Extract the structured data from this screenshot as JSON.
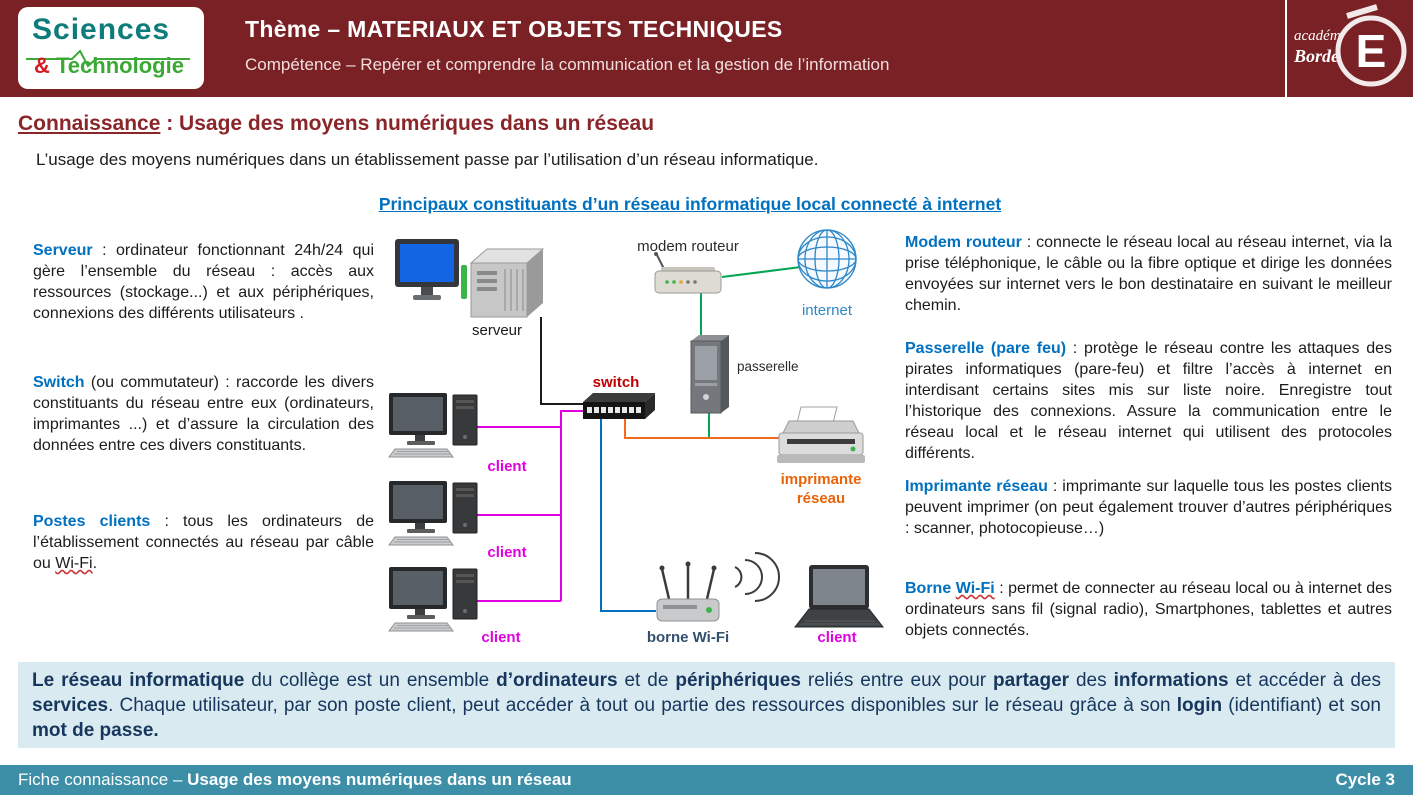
{
  "colors": {
    "header_bg": "#7A2125",
    "footer_bg": "#3D8FA8",
    "summary_bg": "#D9EAF1",
    "title_red": "#8A2529",
    "term_blue": "#0070C0",
    "client_magenta": "#E000E0",
    "switch_red": "#C00000",
    "imprimante_orange": "#E8630A",
    "internet_blue": "#2E87C8",
    "link_green": "#00A651"
  },
  "header": {
    "logo_line1": [
      {
        "t": "Sciences",
        "c": "#0E7C7B",
        "b": true
      }
    ],
    "logo_line2": [
      {
        "t": "&",
        "c": "#D71920",
        "b": true
      },
      {
        "t": " Technologie",
        "c": "#3AAA35",
        "b": true
      }
    ],
    "theme": "Thème – MATERIAUX ET OBJETS TECHNIQUES",
    "competence": "Compétence – Repérer et comprendre la communication et la gestion de l’information",
    "academy_line1": "académie",
    "academy_line2": "Bordeaux",
    "academy_emblem_letter": "E"
  },
  "main": {
    "knowledge_heading": [
      {
        "t": "Connaissance",
        "b": true,
        "u": true
      },
      {
        "t": "  : Usage des moyens numériques dans un réseau",
        "b": true
      }
    ],
    "intro": "L’usage des moyens numériques  dans un établissement passe par l’utilisation d’un réseau informatique.",
    "diagram_heading": "Principaux constituants d’un réseau informatique local connecté à internet"
  },
  "left_column": {
    "serveur": [
      {
        "t": "Serveur",
        "b": true,
        "c": "#0070C0"
      },
      {
        "t": " : ordinateur fonctionnant 24h/24 qui gère l’ensemble du réseau : accès aux ressources (stockage...) et aux périphériques, connexions des différents utilisateurs ."
      }
    ],
    "switch": [
      {
        "t": "Switch",
        "b": true,
        "c": "#0070C0"
      },
      {
        "t": " (ou commutateur) : raccorde les divers constituants du réseau entre eux (ordinateurs, imprimantes ...) et d’assure la circulation des données entre ces divers constituants."
      }
    ],
    "postes_clients": [
      {
        "t": "Postes clients",
        "b": true,
        "c": "#0070C0"
      },
      {
        "t": " : tous les ordinateurs de l’établissement connectés au réseau par câble ou "
      },
      {
        "t": "Wi-Fi",
        "w": true
      },
      {
        "t": "."
      }
    ]
  },
  "right_column": {
    "modem": [
      {
        "t": "Modem routeur",
        "b": true,
        "c": "#0070C0"
      },
      {
        "t": " : connecte le réseau local au réseau internet, via la prise téléphonique, le câble ou la fibre optique et dirige les données envoyées sur internet vers le bon destinataire en suivant le meilleur chemin."
      }
    ],
    "passerelle": [
      {
        "t": "Passerelle (pare feu)",
        "b": true,
        "c": "#0070C0"
      },
      {
        "t": " : protège le réseau contre les attaques des pirates informatiques (pare-feu) et filtre l’accès à internet en interdisant certains sites mis sur liste noire. Enregistre tout l’historique des connexions. Assure la communication entre le réseau local et  le réseau internet qui utilisent des protocoles différents."
      }
    ],
    "imprimante": [
      {
        "t": "Imprimante réseau",
        "b": true,
        "c": "#0070C0"
      },
      {
        "t": " : imprimante sur laquelle tous les postes clients peuvent imprimer (on peut également trouver d’autres périphériques : scanner, photocopieuse…)"
      }
    ],
    "borne": [
      {
        "t": "Borne ",
        "b": true,
        "c": "#0070C0"
      },
      {
        "t": "Wi-Fi",
        "b": true,
        "c": "#0070C0",
        "w": true
      },
      {
        "t": " : permet de connecter au réseau local ou à internet des ordinateurs sans fil (signal radio), Smartphones, tablettes et autres objets connectés."
      }
    ]
  },
  "diagram": {
    "labels": {
      "modem": "modem routeur",
      "internet": "internet",
      "serveur": "serveur",
      "passerelle": "passerelle",
      "switch": "switch",
      "client_top": "client",
      "client_middle": "client",
      "client_bottom": "client",
      "imprimante_line1": "imprimante",
      "imprimante_line2": "réseau",
      "borne": "borne Wi-Fi",
      "client_laptop": "client"
    }
  },
  "summary": [
    {
      "t": "Le réseau informatique",
      "b": true
    },
    {
      "t": " du collège est un ensemble "
    },
    {
      "t": "d’ordinateurs",
      "b": true
    },
    {
      "t": " et de "
    },
    {
      "t": "périphériques",
      "b": true
    },
    {
      "t": " reliés entre eux pour "
    },
    {
      "t": "partager",
      "b": true
    },
    {
      "t": " des "
    },
    {
      "t": "informations",
      "b": true
    },
    {
      "t": " et accéder à des "
    },
    {
      "t": "services",
      "b": true
    },
    {
      "t": ". Chaque utilisateur, par son poste client, peut accéder à tout ou partie des ressources disponibles sur le réseau grâce à son "
    },
    {
      "t": "login",
      "b": true
    },
    {
      "t": " (identifiant) et son "
    },
    {
      "t": "mot de passe.",
      "b": true
    }
  ],
  "footer": {
    "left": [
      {
        "t": "Fiche connaissance – "
      },
      {
        "t": "Usage des moyens numériques dans un réseau",
        "b": true
      }
    ],
    "cycle": "Cycle 3"
  }
}
